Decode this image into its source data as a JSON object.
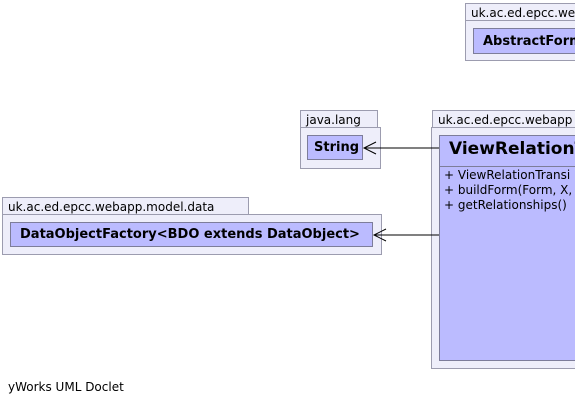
{
  "packages": {
    "webform": {
      "name": "uk.ac.ed.epcc.we",
      "class_name": "AbstractForm"
    },
    "java_lang": {
      "name": "java.lang",
      "class_name": "String"
    },
    "model_data": {
      "name": "uk.ac.ed.epcc.webapp.model.data",
      "class_name": "DataObjectFactory<BDO extends DataObject>"
    },
    "webapp": {
      "name": "uk.ac.ed.epcc.webapp",
      "class_name": "ViewRelationTr",
      "methods": [
        "+  ViewRelationTransi",
        "+  buildForm(Form, X,",
        "+  getRelationships()"
      ]
    }
  },
  "footer": "yWorks UML Doclet",
  "colors": {
    "package_fill": "#eeeefa",
    "class_fill": "#bbbbff",
    "border": "#7d7d9a"
  }
}
